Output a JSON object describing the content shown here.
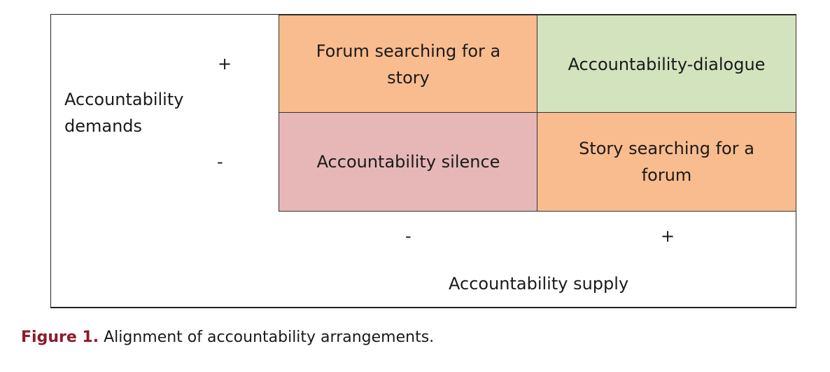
{
  "colors": {
    "orange": "#f9bc8e",
    "green": "#d3e3bd",
    "pink": "#e7b7b8",
    "caption_label": "#8b1c2c"
  },
  "diagram": {
    "y_axis": {
      "title": "Accountability demands",
      "high": "+",
      "low": "-"
    },
    "x_axis": {
      "title": "Accountability supply",
      "low": "-",
      "high": "+"
    },
    "cells": {
      "top_left": {
        "text": "Forum searching for a story",
        "color": "orange"
      },
      "top_right": {
        "text": "Accountability-dialogue",
        "color": "green"
      },
      "bottom_left": {
        "text": "Accountability silence",
        "color": "pink"
      },
      "bottom_right": {
        "text": "Story searching for a forum",
        "color": "orange"
      }
    }
  },
  "caption": {
    "label": "Figure 1.",
    "text": "Alignment of accountability arrangements."
  }
}
